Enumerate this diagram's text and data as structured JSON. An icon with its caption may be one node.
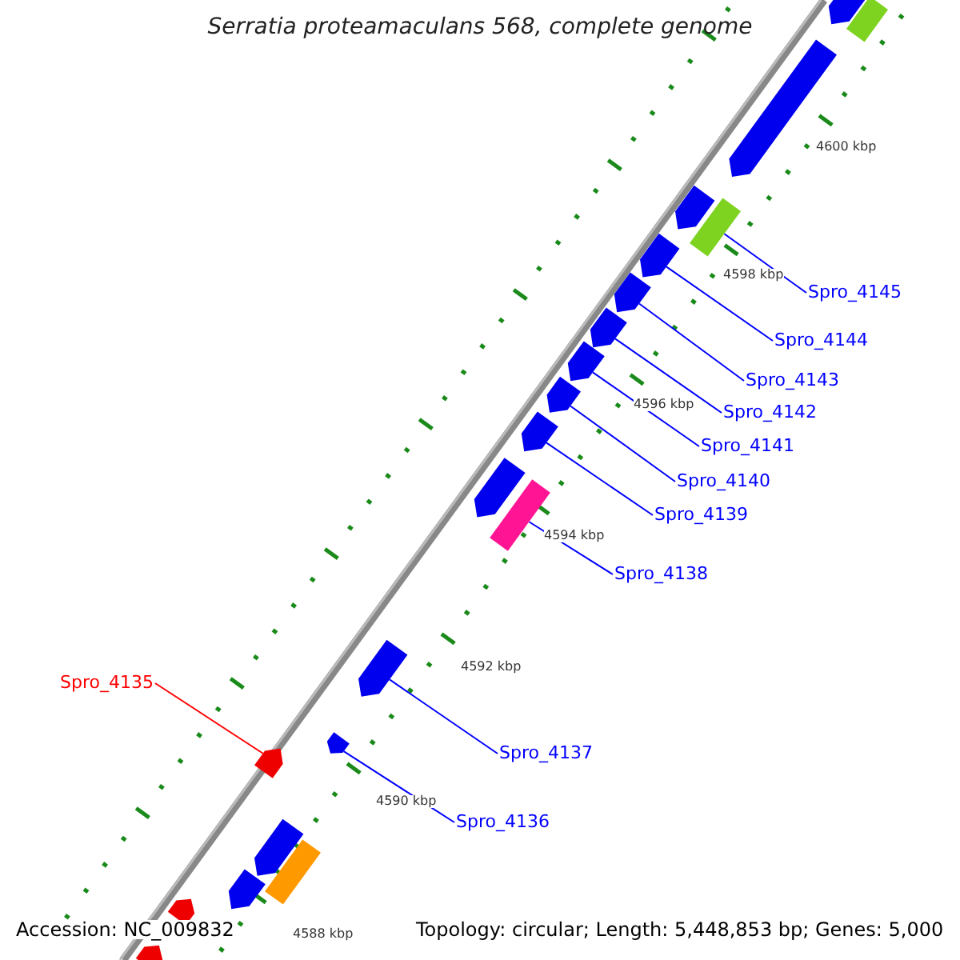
{
  "diagram": {
    "title": "Serratia proteamaculans 568, complete genome",
    "nodes": [
      {
        "text": [
          "Spro_4145"
        ]
      },
      {
        "text": [
          "Spro_4144"
        ]
      },
      {
        "text": [
          "Spro_4143"
        ]
      },
      {
        "text": [
          "Spro_4142"
        ]
      },
      {
        "text": [
          "Spro_4141"
        ]
      },
      {
        "text": [
          "Spro_4140"
        ]
      },
      {
        "text": [
          "Spro_4139"
        ]
      },
      {
        "text": [
          "Spro_4138"
        ]
      },
      {
        "text": [
          "Spro_4135"
        ]
      },
      {
        "text": [
          "Spro_4137"
        ]
      },
      {
        "text": [
          "Spro_4136"
        ]
      },
      {
        "text": [],
        "shape": "box"
      },
      {
        "text": [],
        "shape": "arrow"
      },
      {
        "text": [],
        "shape": "arrow"
      },
      {
        "text": [],
        "shape": "arrow"
      },
      {
        "text": [],
        "shape": "arrow"
      },
      {
        "text": [],
        "shape": "arrow"
      },
      {
        "text": [],
        "shape": "arrow"
      },
      {
        "text": [],
        "shape": "box"
      },
      {
        "text": [],
        "shape": "arrow"
      },
      {
        "text": [],
        "shape": "arrow"
      },
      {
        "text": [],
        "shape": "arrow"
      },
      {
        "text": [],
        "shape": "arrow"
      },
      {
        "text": [],
        "shape": "box"
      },
      {
        "text": [],
        "shape": "arrow"
      },
      {
        "text": [],
        "shape": "arrow"
      },
      {
        "text": [],
        "shape": "arrow"
      },
      {
        "text": [],
        "shape": "arrow"
      },
      {
        "text": [],
        "shape": "box"
      },
      {
        "text": [],
        "shape": "arrow"
      },
      {
        "text": [],
        "shape": "arrow"
      },
      {
        "text": [],
        "shape": "arrow"
      }
    ],
    "edges": [
      {
        "from": 0,
        "to": 11,
        "arrow": "none"
      },
      {
        "from": 1,
        "to": 12,
        "arrow": "none"
      },
      {
        "from": 2,
        "to": 13,
        "arrow": "none"
      },
      {
        "from": 3,
        "to": 14,
        "arrow": "none"
      },
      {
        "from": 4,
        "to": 15,
        "arrow": "none"
      },
      {
        "from": 5,
        "to": 16,
        "arrow": "none"
      },
      {
        "from": 6,
        "to": 17,
        "arrow": "none"
      },
      {
        "from": 7,
        "to": 18,
        "arrow": "none"
      },
      {
        "from": 8,
        "to": 19,
        "arrow": "none",
        "color": "#ff0000"
      },
      {
        "from": 9,
        "to": 20,
        "arrow": "none"
      },
      {
        "from": 10,
        "to": 21,
        "arrow": "none"
      }
    ],
    "labels": [
      "4600 kbp",
      "4598 kbp",
      "4596 kbp",
      "4594 kbp",
      "4592 kbp",
      "4590 kbp",
      "4588 kbp",
      "Accession: NC_009832",
      "Topology: circular; Length: 5,448,853 bp; Genes: 5,000"
    ]
  }
}
